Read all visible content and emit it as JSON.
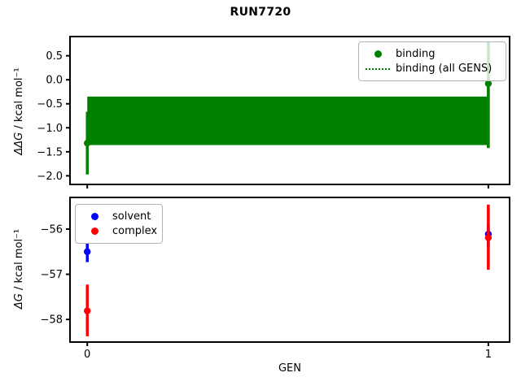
{
  "figure": {
    "title": "RUN7720",
    "background": "#ffffff"
  },
  "chart_data": [
    {
      "type": "errorbar",
      "position": "top",
      "title": "RUN7720",
      "xlabel": "",
      "ylabel": "ΔΔG / kcal mol⁻¹",
      "ylabel_symbol": "ΔΔG",
      "ylabel_rest": " / kcal mol⁻¹",
      "xlim": [
        -0.043,
        1.053
      ],
      "ylim": [
        -2.18,
        0.9
      ],
      "grid": false,
      "yticks": [
        {
          "value": 0.5,
          "label": "0.5"
        },
        {
          "value": 0.0,
          "label": "0.0"
        },
        {
          "value": -0.5,
          "label": "−0.5"
        },
        {
          "value": -1.0,
          "label": "−1.0"
        },
        {
          "value": -1.5,
          "label": "−1.5"
        },
        {
          "value": -2.0,
          "label": "−2.0"
        }
      ],
      "xticks": [
        {
          "value": 0,
          "label": ""
        },
        {
          "value": 1,
          "label": ""
        }
      ],
      "series": [
        {
          "name": "binding",
          "color": "#008000",
          "marker": "dot",
          "points": [
            {
              "x": 0,
              "y": -1.32,
              "err_lo": -1.97,
              "err_hi": -0.67
            },
            {
              "x": 1,
              "y": -0.08,
              "err_lo": -1.42,
              "err_hi": 0.79
            }
          ]
        }
      ],
      "band": {
        "name": "binding (all GENS)",
        "color": "#008000",
        "style": "dotted",
        "x_start": 0,
        "x_end": 1,
        "y_lo": -1.36,
        "y_hi": -0.35
      },
      "legend": {
        "position": "upper-right",
        "items": [
          {
            "label": "binding",
            "marker": "dot",
            "color": "#008000"
          },
          {
            "label": "binding (all GENS)",
            "marker": "dotted-line",
            "color": "#008000"
          }
        ]
      }
    },
    {
      "type": "errorbar",
      "position": "bottom",
      "xlabel": "GEN",
      "ylabel": "ΔG / kcal mol⁻¹",
      "ylabel_symbol": "ΔG",
      "ylabel_rest": " / kcal mol⁻¹",
      "xlim": [
        -0.043,
        1.053
      ],
      "ylim": [
        -58.5,
        -55.3
      ],
      "grid": false,
      "yticks": [
        {
          "value": -56,
          "label": "−56"
        },
        {
          "value": -57,
          "label": "−57"
        },
        {
          "value": -58,
          "label": "−58"
        }
      ],
      "xticks": [
        {
          "value": 0,
          "label": "0"
        },
        {
          "value": 1,
          "label": "1"
        }
      ],
      "series": [
        {
          "name": "solvent",
          "color": "#0000ff",
          "marker": "dot",
          "points": [
            {
              "x": 0,
              "y": -56.5,
              "err_lo": -56.73,
              "err_hi": -56.31
            },
            {
              "x": 1,
              "y": -56.11,
              "err_lo": -56.4,
              "err_hi": -55.91
            }
          ]
        },
        {
          "name": "complex",
          "color": "#ff0000",
          "marker": "dot",
          "points": [
            {
              "x": 0,
              "y": -57.81,
              "err_lo": -58.37,
              "err_hi": -57.23
            },
            {
              "x": 1,
              "y": -56.19,
              "err_lo": -56.9,
              "err_hi": -55.46
            }
          ]
        }
      ],
      "legend": {
        "position": "upper-left",
        "items": [
          {
            "label": "solvent",
            "marker": "dot",
            "color": "#0000ff"
          },
          {
            "label": "complex",
            "marker": "dot",
            "color": "#ff0000"
          }
        ]
      }
    }
  ]
}
